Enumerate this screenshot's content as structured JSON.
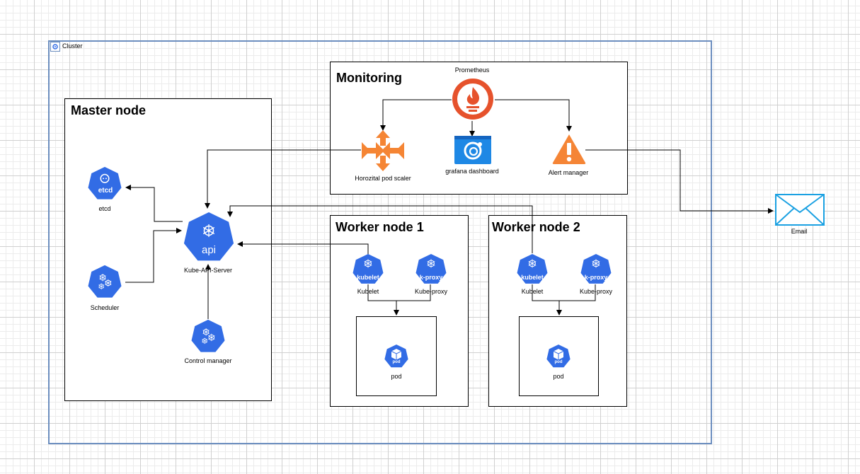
{
  "cluster": {
    "label": "Cluster",
    "icon": "cluster-icon"
  },
  "master": {
    "title": "Master node",
    "etcd": {
      "label": "etcd",
      "badge": "etcd"
    },
    "api": {
      "label": "Kube-API-Server",
      "badge": "api"
    },
    "scheduler": {
      "label": "Scheduler"
    },
    "controller": {
      "label": "Control manager"
    }
  },
  "monitoring": {
    "title": "Monitoring",
    "prometheus": {
      "label": "Prometheus"
    },
    "hpa": {
      "label": "Horozital pod scaler"
    },
    "grafana": {
      "label": "grafana dashboard"
    },
    "alert": {
      "label": "Alert manager"
    }
  },
  "worker1": {
    "title": "Worker node 1",
    "kubelet": {
      "label": "Kubelet",
      "badge": "kubelet"
    },
    "kproxy": {
      "label": "Kube-proxy",
      "badge": "k-proxy"
    },
    "pod": {
      "label": "pod",
      "badge": "pod"
    }
  },
  "worker2": {
    "title": "Worker node 2",
    "kubelet": {
      "label": "Kubelet",
      "badge": "kubelet"
    },
    "kproxy": {
      "label": "Kube-proxy",
      "badge": "k-proxy"
    },
    "pod": {
      "label": "pod",
      "badge": "pod"
    }
  },
  "email": {
    "label": "Email"
  },
  "colors": {
    "k8s_blue": "#326ce5",
    "prometheus_orange": "#e6522c",
    "hpa_orange": "#f58534",
    "grafana_blue": "#1e88e5",
    "alert_orange": "#f58536",
    "email_blue": "#1ba1e2",
    "cluster_border": "#6c8ebf"
  }
}
